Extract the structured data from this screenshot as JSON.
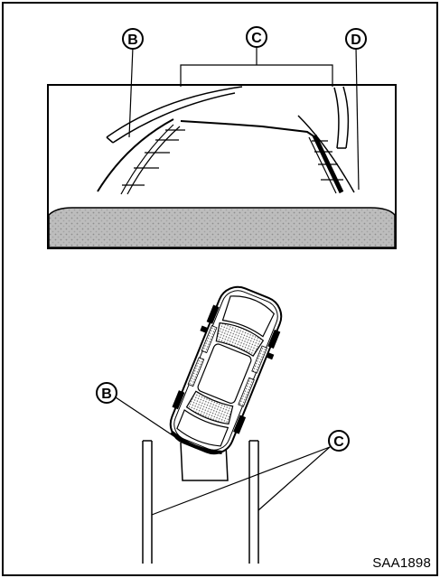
{
  "labels": {
    "b": "B",
    "c": "C",
    "d": "D"
  },
  "figure_code": "SAA1898",
  "colors": {
    "line": "#000000",
    "background": "#ffffff",
    "screen_fill": "#c8c8c8"
  }
}
